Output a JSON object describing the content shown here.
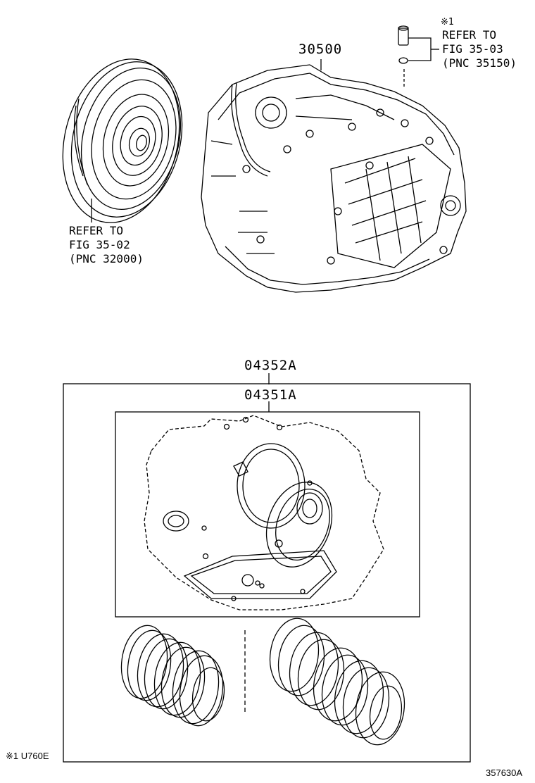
{
  "parts": {
    "transaxle_assy": "30500",
    "overhaul_kit": "04352A",
    "gasket_kit": "04351A"
  },
  "refs": {
    "torque_converter": {
      "line1": "REFER TO",
      "line2": "FIG 35-02",
      "line3": "(PNC 32000)"
    },
    "plug_oring": {
      "note": "※1",
      "line1": "REFER TO",
      "line2": "FIG 35-03",
      "line3": "(PNC 35150)"
    }
  },
  "footer": {
    "note": "※1 U760E",
    "illustration_no": "357630A"
  }
}
